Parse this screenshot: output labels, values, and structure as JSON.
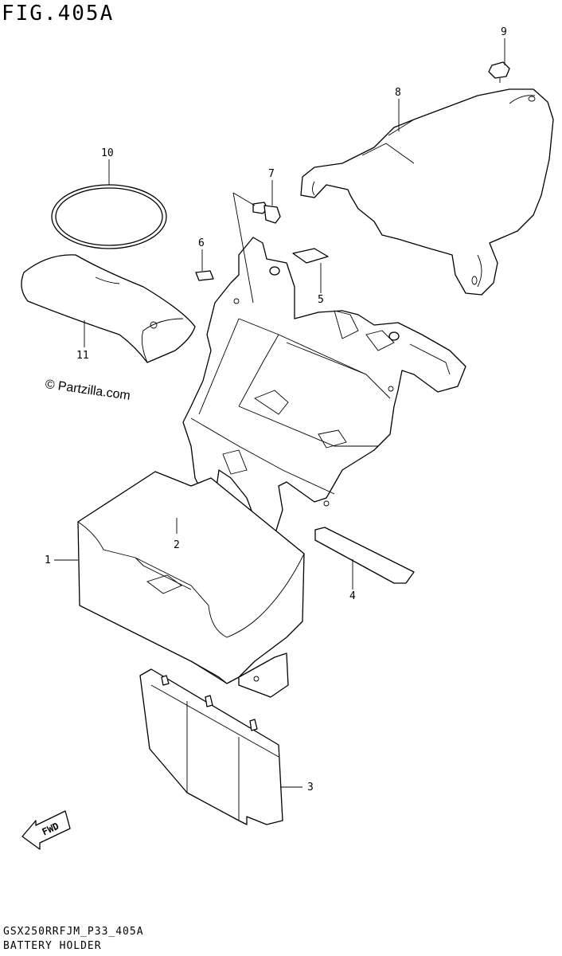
{
  "figure": {
    "title": "FIG.405A",
    "footer_code": "GSX250RRFJM_P33_405A",
    "footer_name": "BATTERY HOLDER",
    "watermark": "© Partzilla.com",
    "fwd_label": "FWD"
  },
  "callouts": [
    {
      "id": "1",
      "label": "1"
    },
    {
      "id": "2",
      "label": "2"
    },
    {
      "id": "3",
      "label": "3"
    },
    {
      "id": "4",
      "label": "4"
    },
    {
      "id": "5",
      "label": "5"
    },
    {
      "id": "6",
      "label": "6"
    },
    {
      "id": "7",
      "label": "7"
    },
    {
      "id": "8",
      "label": "8"
    },
    {
      "id": "9",
      "label": "9"
    },
    {
      "id": "10",
      "label": "10"
    },
    {
      "id": "11",
      "label": "11"
    }
  ],
  "colors": {
    "ink": "#000000",
    "paper": "#ffffff"
  }
}
